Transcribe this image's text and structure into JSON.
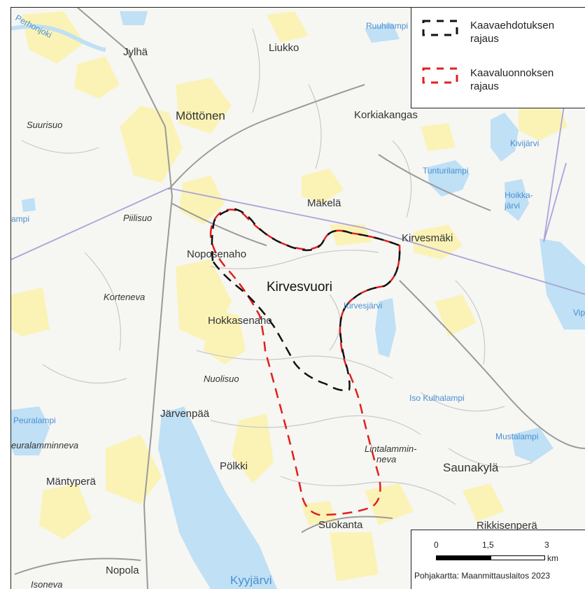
{
  "legend": {
    "items": [
      {
        "label": "Kaavaehdotuksen rajaus",
        "color": "#111111"
      },
      {
        "label": "Kaavaluonnoksen rajaus",
        "color": "#e0201c"
      }
    ]
  },
  "scale": {
    "tick0": "0",
    "tick1": "1,5",
    "tick2": "3",
    "unit": "km"
  },
  "credit": "Pohjakartta: Maanmittauslaitos 2023",
  "places": {
    "jylha": "Jylhä",
    "liukko": "Liukko",
    "mottonen": "Möttönen",
    "korkiakangas": "Korkiakangas",
    "makela": "Mäkelä",
    "kirvesmaki": "Kirvesmäki",
    "noposenaho": "Noposenaho",
    "kirvesvuori": "Kirvesvuori",
    "hokkasenaho": "Hokkasenaho",
    "jarvenpaa": "Järvenpää",
    "polkki": "Pölkki",
    "mantypera": "Mäntyperä",
    "saunakyla": "Saunakylä",
    "suokanta": "Suokanta",
    "rikkisenpera": "Rikkisenperä",
    "nopola": "Nopola"
  },
  "terrain": {
    "suurisuo": "Suurisuo",
    "piilisuo": "Piilisuo",
    "korteneva": "Korteneva",
    "nuolisuo": "Nuolisuo",
    "euralamminneva": "euralamminneva",
    "lintalammin": "Lintalammin-",
    "neva": "neva",
    "isoneva": "Isoneva"
  },
  "waters": {
    "perhonjoki": "Perhonjoki",
    "ruuhilampi": "Ruuhilampi",
    "kivijarvi": "Kivijärvi",
    "tunturilampi": "Tunturilampi",
    "hoikka": "Hoikka-",
    "jarvi": "järvi",
    "ampi": "ampi",
    "kirvesjarvi": "Kirvesjärvi",
    "vip": "Vip",
    "isokulhalampi": "Iso Kulhalampi",
    "peuralampi": "Peuralampi",
    "mustalampi": "Mustalampi",
    "kyyjarvi": "Kyyjärvi"
  },
  "colors": {
    "background": "#f6f6f3",
    "field": "#fbf3b6",
    "water": "#bfe0f5",
    "road": "#9a9a9a",
    "boundary": "#aaa4d8",
    "track": "#c8c8c8"
  }
}
